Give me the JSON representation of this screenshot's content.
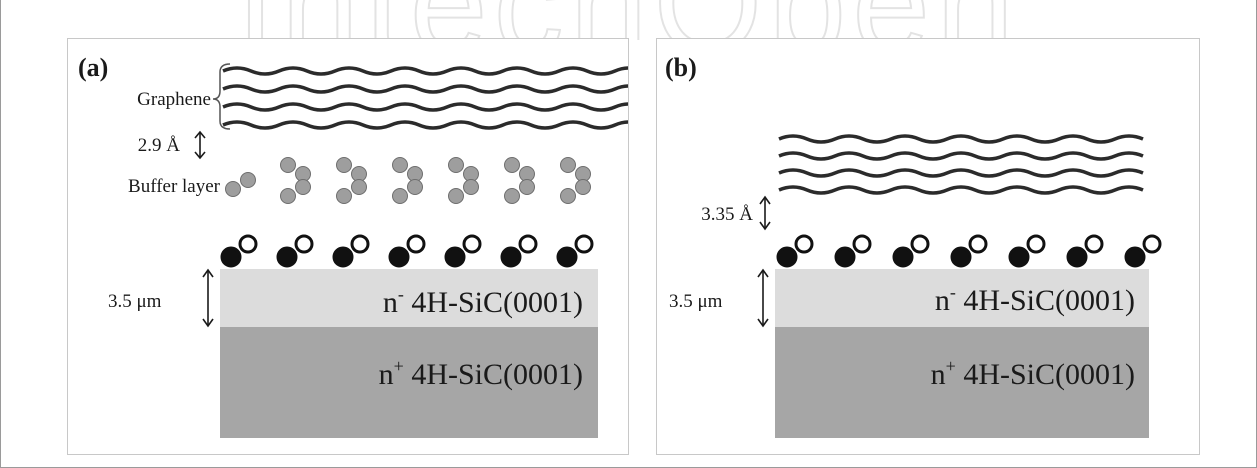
{
  "watermark": {
    "text": "IntechOpen"
  },
  "panel_a": {
    "label": "(a)",
    "graphene_label": "Graphene",
    "spacing_label": "2.9 Å",
    "buffer_label": "Buffer layer",
    "thickness_label": "3.5 μm",
    "epilayer": {
      "base": "n",
      "sup": "-",
      "rest": " 4H-SiC(0001)",
      "color": "#dcdcdc"
    },
    "substrate": {
      "base": "n",
      "sup": "+",
      "rest": " 4H-SiC(0001)",
      "color": "#a6a6a6"
    }
  },
  "panel_b": {
    "label": "(b)",
    "spacing_label": "3.35 Å",
    "thickness_label": "3.5 μm",
    "epilayer": {
      "base": "n",
      "sup": "-",
      "rest": " 4H-SiC(0001)",
      "color": "#dcdcdc"
    },
    "substrate": {
      "base": "n",
      "sup": "+",
      "rest": " 4H-SiC(0001)",
      "color": "#a6a6a6"
    }
  },
  "colors": {
    "line": "#2b2b2b",
    "frame": "#9a9a9a",
    "panel_border": "#c8c8c8",
    "buffer_atom": "#9e9e9e"
  }
}
